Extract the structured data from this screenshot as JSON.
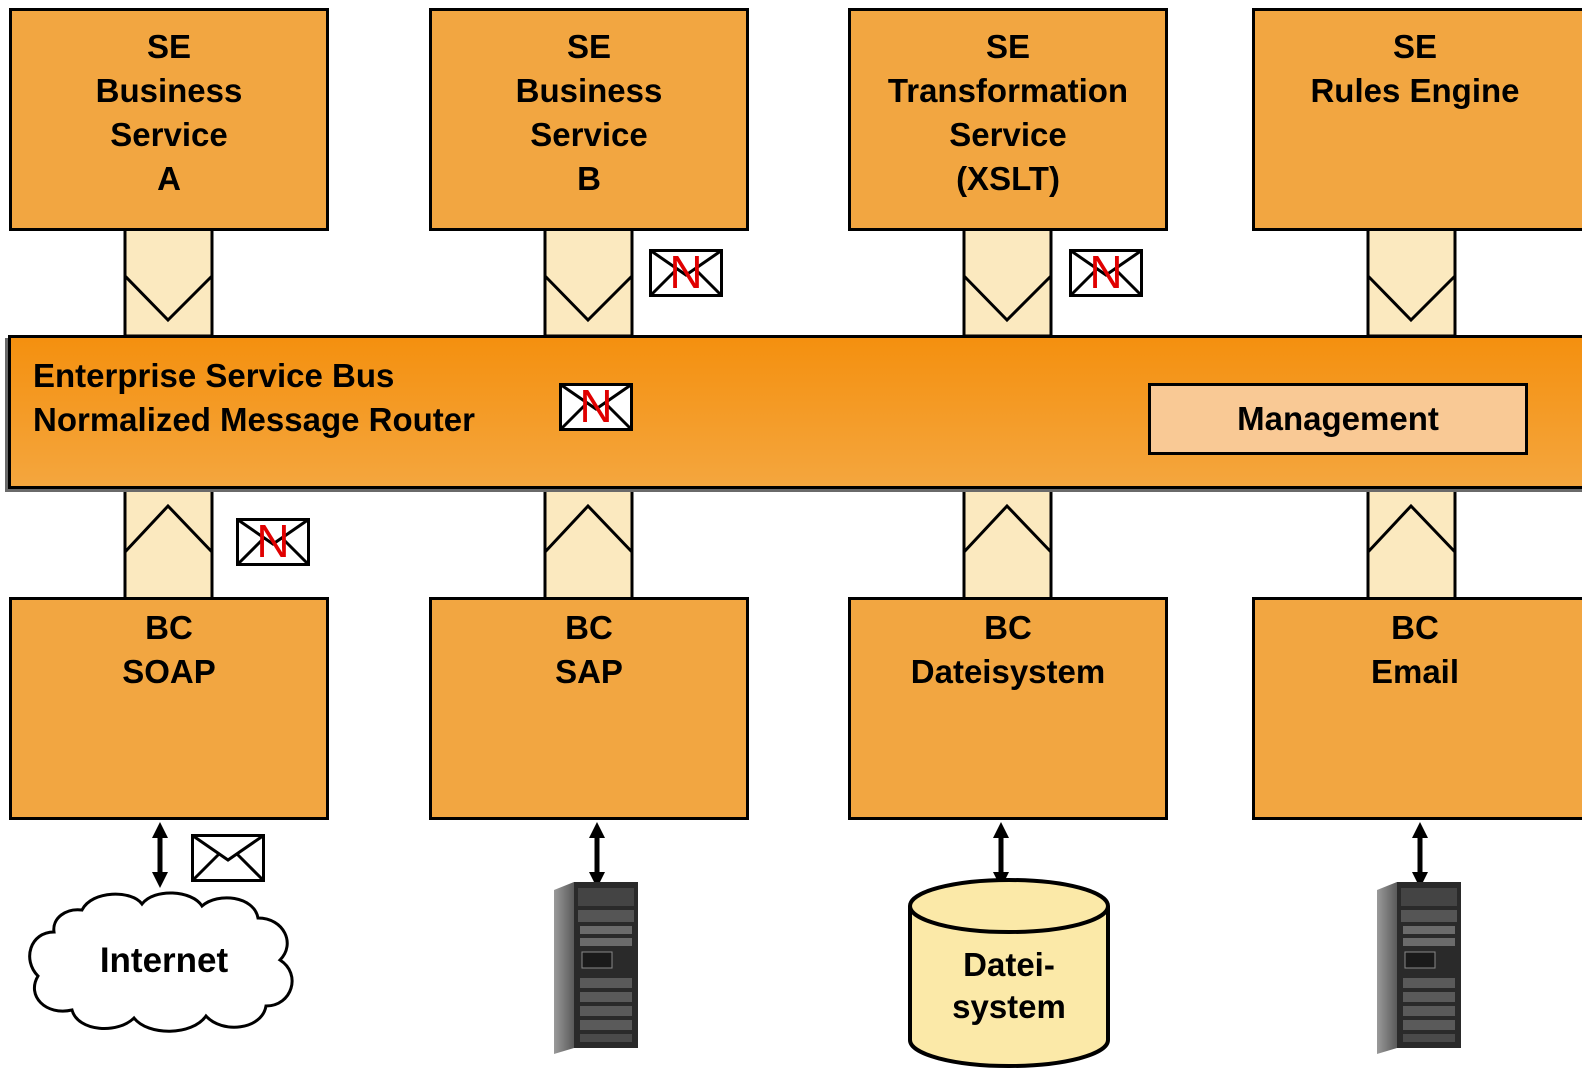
{
  "service_engines": [
    {
      "type": "SE",
      "lines": [
        "Business",
        "Service",
        "A"
      ]
    },
    {
      "type": "SE",
      "lines": [
        "Business",
        "Service",
        "B"
      ]
    },
    {
      "type": "SE",
      "lines": [
        "Transformation",
        "Service",
        "(XSLT)"
      ]
    },
    {
      "type": "SE",
      "lines": [
        "Rules Engine"
      ]
    }
  ],
  "bus": {
    "line1": "Enterprise Service Bus",
    "line2": "Normalized Message Router",
    "management": "Management"
  },
  "binding_components": [
    {
      "type": "BC",
      "lines": [
        "SOAP"
      ]
    },
    {
      "type": "BC",
      "lines": [
        "SAP"
      ]
    },
    {
      "type": "BC",
      "lines": [
        "Dateisystem"
      ]
    },
    {
      "type": "BC",
      "lines": [
        "Email"
      ]
    }
  ],
  "normalized_message_marker": "N",
  "resources": {
    "internet": "Internet",
    "filesystem": [
      "Datei-",
      "system"
    ],
    "sap_server": "server-rack-icon",
    "email_server": "server-rack-icon",
    "message": "envelope-icon"
  },
  "colors": {
    "component_fill": "#f2a641",
    "connector_fill": "#fbe9bf",
    "bus_fill": "#f4900f",
    "management_fill": "#f9c995",
    "marker_color": "#e00000",
    "datastore_fill": "#fbe9a8"
  }
}
